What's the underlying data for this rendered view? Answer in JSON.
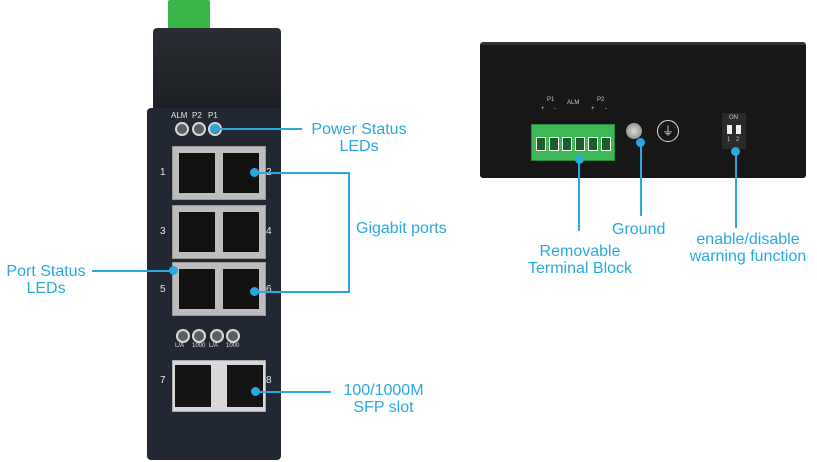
{
  "front_panel": {
    "power_leds": [
      "ALM",
      "P2",
      "P1"
    ],
    "port_numbers": [
      "1",
      "2",
      "3",
      "4",
      "5",
      "6",
      "7",
      "8"
    ],
    "sfp_led_groups": [
      {
        "port": "7",
        "leds": [
          "L/A",
          "1000"
        ]
      },
      {
        "port": "8",
        "leds": [
          "L/A",
          "1000"
        ]
      }
    ]
  },
  "side_panel": {
    "terminal_labels": [
      "+",
      "P1",
      "-",
      "ALM",
      "+",
      "P2",
      "-"
    ],
    "ground_symbol": "⏚",
    "dip_switch": {
      "label": "ON",
      "switches": [
        "1",
        "2"
      ]
    }
  },
  "callouts": {
    "power_status": [
      "Power Status",
      "LEDs"
    ],
    "gigabit_ports": "Gigabit ports",
    "port_status": [
      "Port Status",
      "LEDs"
    ],
    "sfp_slot": [
      "100/1000M",
      "SFP slot"
    ],
    "terminal_block": [
      "Removable",
      "Terminal Block"
    ],
    "ground": "Ground",
    "warning": [
      "enable/disable",
      "warning function"
    ]
  },
  "colors": {
    "callout": "#29a8e0",
    "terminal": "#3db856",
    "chassis": "#222833"
  }
}
